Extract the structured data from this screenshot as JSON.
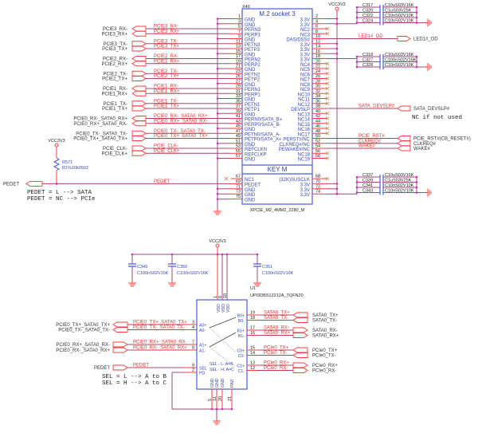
{
  "power": {
    "vcc": "VCC3V3"
  },
  "connector": {
    "refdes": "X40",
    "title": "M.2 socket 3",
    "key": "KEY M",
    "part": "XPCIE_M2_4MM2_2280_M",
    "left_pins": [
      {
        "num": "1",
        "name": "GND",
        "kind": "gnd"
      },
      {
        "num": "3",
        "name": "GND",
        "kind": "gnd"
      },
      {
        "num": "5",
        "name": "PERN3",
        "kind": "sig",
        "net": "PCIE3_RX-",
        "dir": "left"
      },
      {
        "num": "7",
        "name": "PERP3",
        "kind": "sig",
        "net": "PCIE3_RX+",
        "dir": "left"
      },
      {
        "num": "9",
        "name": "GND",
        "kind": "gnd"
      },
      {
        "num": "11",
        "name": "PETN3",
        "kind": "sig",
        "net": "PCIE3_TX-",
        "dir": "right"
      },
      {
        "num": "13",
        "name": "PETP3",
        "kind": "sig",
        "net": "PCIE3_TX+",
        "dir": "right"
      },
      {
        "num": "15",
        "name": "GND",
        "kind": "gnd"
      },
      {
        "num": "17",
        "name": "PERN2",
        "kind": "sig",
        "net": "PCIE2_RX-",
        "dir": "left"
      },
      {
        "num": "19",
        "name": "PERP2",
        "kind": "sig",
        "net": "PCIE2_RX+",
        "dir": "left"
      },
      {
        "num": "21",
        "name": "GND",
        "kind": "gnd"
      },
      {
        "num": "23",
        "name": "PETN2",
        "kind": "sig",
        "net": "PCIE2_TX-",
        "dir": "right"
      },
      {
        "num": "25",
        "name": "PETP2",
        "kind": "sig",
        "net": "PCIE2_TX+",
        "dir": "right"
      },
      {
        "num": "27",
        "name": "GND",
        "kind": "gnd"
      },
      {
        "num": "29",
        "name": "PERN1",
        "kind": "sig",
        "net": "PCIE1_RX-",
        "dir": "left"
      },
      {
        "num": "31",
        "name": "PERP1",
        "kind": "sig",
        "net": "PCIE1_RX+",
        "dir": "left"
      },
      {
        "num": "33",
        "name": "GND",
        "kind": "gnd"
      },
      {
        "num": "35",
        "name": "PETN1",
        "kind": "sig",
        "net": "PCIE1_TX-",
        "dir": "right"
      },
      {
        "num": "37",
        "name": "PETP1",
        "kind": "sig",
        "net": "PCIE1_TX+",
        "dir": "right"
      },
      {
        "num": "39",
        "name": "GND",
        "kind": "gnd"
      },
      {
        "num": "41",
        "name": "PERN0/SATA_B+",
        "kind": "sig",
        "net": "PCIE0_RX-_SATA0_RX+",
        "dir": "left"
      },
      {
        "num": "43",
        "name": "PERP0/SATA_B-",
        "kind": "sig",
        "net": "PCIE0_RX+_SATA0_RX-",
        "dir": "left"
      },
      {
        "num": "45",
        "name": "GND",
        "kind": "gnd"
      },
      {
        "num": "47",
        "name": "PETN0/SATA_A-",
        "kind": "sig",
        "net": "PCIE0_TX-_SATA0_TX-",
        "dir": "right"
      },
      {
        "num": "49",
        "name": "PETP0/SATA_A+",
        "kind": "sig",
        "net": "PCIE0_TX+_SATA0_TX+",
        "dir": "right"
      },
      {
        "num": "51",
        "name": "GND",
        "kind": "gnd"
      },
      {
        "num": "53",
        "name": "REFCLKN",
        "kind": "sig",
        "net": "PCIE_CLK-",
        "dir": "right"
      },
      {
        "num": "55",
        "name": "REFCLKP",
        "kind": "sig",
        "net": "PCIE_CLK+",
        "dir": "right"
      },
      {
        "num": "57",
        "name": "GND",
        "kind": "gnd"
      }
    ],
    "right_pins": [
      {
        "num": "2",
        "name": "3.3V",
        "kind": "pwr"
      },
      {
        "num": "4",
        "name": "3.3V",
        "kind": "pwr"
      },
      {
        "num": "6",
        "name": "NC2",
        "kind": "nc"
      },
      {
        "num": "8",
        "name": "NC3",
        "kind": "nc"
      },
      {
        "num": "10",
        "name": "DAS/DSS#",
        "kind": "sig",
        "net": "LED1#_OD",
        "offpage": "LED1#_OD",
        "dir": "right"
      },
      {
        "num": "12",
        "name": "3.3V",
        "kind": "pwr"
      },
      {
        "num": "14",
        "name": "3.3V",
        "kind": "pwr"
      },
      {
        "num": "16",
        "name": "3.3V",
        "kind": "pwr"
      },
      {
        "num": "18",
        "name": "3.3V",
        "kind": "pwr"
      },
      {
        "num": "20",
        "name": "NC4",
        "kind": "nc"
      },
      {
        "num": "22",
        "name": "NC5",
        "kind": "nc"
      },
      {
        "num": "24",
        "name": "NC6",
        "kind": "nc"
      },
      {
        "num": "26",
        "name": "NC7",
        "kind": "nc"
      },
      {
        "num": "28",
        "name": "NC8",
        "kind": "nc"
      },
      {
        "num": "30",
        "name": "NC9",
        "kind": "nc"
      },
      {
        "num": "32",
        "name": "NC10",
        "kind": "nc"
      },
      {
        "num": "34",
        "name": "NC11",
        "kind": "nc"
      },
      {
        "num": "36",
        "name": "NC12",
        "kind": "nc"
      },
      {
        "num": "38",
        "name": "DEVSLP",
        "kind": "sig",
        "net": "SATA_DEVSLP#",
        "offpage": "SATA_DEVSLP#",
        "dir": "left"
      },
      {
        "num": "40",
        "name": "NC13",
        "kind": "nc"
      },
      {
        "num": "42",
        "name": "NC14",
        "kind": "nc"
      },
      {
        "num": "44",
        "name": "NC15",
        "kind": "nc"
      },
      {
        "num": "46",
        "name": "NC16",
        "kind": "nc"
      },
      {
        "num": "48",
        "name": "NC17",
        "kind": "nc"
      },
      {
        "num": "50",
        "name": "PERST#/NC",
        "kind": "sig",
        "net": "PCIE_RST#",
        "offpage": "PCIE_RST#(CB_RESET#)",
        "dir": "left"
      },
      {
        "num": "52",
        "name": "CLKREQ#/NC",
        "kind": "sig",
        "net": "CLKREQ#",
        "offpage": "CLKREQ#",
        "dir": "left"
      },
      {
        "num": "54",
        "name": "PEWAKE#/NC",
        "kind": "sig",
        "net": "WAKE#",
        "offpage": "WAKE#",
        "dir": "left"
      },
      {
        "num": "56",
        "name": "NC18",
        "kind": "nc"
      },
      {
        "num": "58",
        "name": "NC19",
        "kind": "nc"
      }
    ],
    "lower_left_pins": [
      {
        "num": "67",
        "name": "NC1",
        "kind": "nc"
      },
      {
        "num": "69",
        "name": "PEDET",
        "kind": "sig",
        "net": "PEDET"
      },
      {
        "num": "71",
        "name": "GND",
        "kind": "gnd"
      },
      {
        "num": "73",
        "name": "GND",
        "kind": "gnd"
      },
      {
        "num": "75",
        "name": "GND",
        "kind": "gnd"
      }
    ],
    "lower_right_pins": [
      {
        "num": "68",
        "name": "(32K)SUSCLK",
        "kind": "nc"
      },
      {
        "num": "70",
        "name": "3.3V",
        "kind": "pwr"
      },
      {
        "num": "72",
        "name": "3.3V",
        "kind": "pwr"
      },
      {
        "num": "74",
        "name": "3.3V",
        "kind": "pwr"
      }
    ],
    "nc_note": "NC if not used"
  },
  "cap_groups": [
    {
      "caps": [
        {
          "ref": "C317",
          "value": "C10uS03V16K"
        },
        {
          "ref": "C320",
          "value": "C1uS03V25K"
        },
        {
          "ref": "C322",
          "value": "C10nS02V10K"
        },
        {
          "ref": "C324",
          "value": "C10nS02V10K"
        }
      ]
    },
    {
      "caps": [
        {
          "ref": "C318",
          "value": "C10uS03V16K"
        },
        {
          "ref": "C327",
          "value": "C100nS02V16K"
        },
        {
          "ref": "C328",
          "value": "C10nS02V10K"
        }
      ]
    },
    {
      "caps": [
        {
          "ref": "C337",
          "value": "C10uS03V16K"
        },
        {
          "ref": "C339",
          "value": "C1uS03V25K"
        },
        {
          "ref": "C341",
          "value": "C10nS02V10K"
        },
        {
          "ref": "C343",
          "value": "C10nS02V10K"
        }
      ]
    }
  ],
  "pedet": {
    "net": "PEDET",
    "offpage": "PEDET",
    "resistor_ref": "R571",
    "resistor_value": "R1%10k0502",
    "notes": [
      "PEDET = L --> SATA",
      "PEDET = NC --> PCIe"
    ]
  },
  "switch": {
    "refdes": "U1",
    "part": "UPI3DBS12212A_TQFN20",
    "vdd_label": "VDD",
    "vdd_pins": [
      "1",
      "6",
      "10"
    ],
    "caps": [
      {
        "ref": "C349",
        "value": "C100nS02V16K"
      },
      {
        "ref": "C350",
        "value": "C100nS02V16K"
      },
      {
        "ref": "C351",
        "value": "C100nS02V16K"
      }
    ],
    "left_pins": [
      {
        "num": "3",
        "name": "A0+",
        "net": "PCIE0_TX+_SATA0_TX+",
        "dir": "left"
      },
      {
        "num": "4",
        "name": "A0-",
        "net": "PCIE0_TX-_SATA0_TX-",
        "dir": "left"
      },
      {
        "num": "7",
        "name": "A1+",
        "net": "PCIE0_RX+_SATA0_RX-",
        "dir": "right"
      },
      {
        "num": "8",
        "name": "A1-",
        "net": "PCIE0_RX-_SATA0_RX+",
        "dir": "right"
      },
      {
        "num": "9",
        "name": "SEL",
        "net": "PEDET",
        "dir": "right"
      },
      {
        "num": "2",
        "name": "PD"
      }
    ],
    "right_pins": [
      {
        "num": "19",
        "name": "B0+",
        "net": "SATA0_TX+",
        "dir": "left"
      },
      {
        "num": "18",
        "name": "B0-",
        "net": "SATA0_TX-",
        "dir": "left"
      },
      {
        "num": "17",
        "name": "B1+",
        "net": "SATA0_RX-",
        "dir": "right"
      },
      {
        "num": "16",
        "name": "B1-",
        "net": "SATA0_RX+",
        "dir": "right"
      },
      {
        "num": "15",
        "name": "C0+",
        "net": "PCIe0_TX+",
        "dir": "left"
      },
      {
        "num": "14",
        "name": "C0-",
        "net": "PCIe0_TX-",
        "dir": "left"
      },
      {
        "num": "13",
        "name": "C1+",
        "net": "PCIe0_RX+",
        "dir": "right"
      },
      {
        "num": "12",
        "name": "C1-",
        "net": "PCIe0_RX-",
        "dir": "right"
      }
    ],
    "bottom_pins": [
      {
        "num": "5",
        "name": "GND"
      },
      {
        "num": "11",
        "name": "GND"
      },
      {
        "num": "20",
        "name": "GND"
      },
      {
        "num": "21",
        "name": "PAD"
      }
    ],
    "sel_inside": [
      "SEL - L: A=B",
      "SEL - H: A=C"
    ],
    "notes": [
      "SEL = L --> A to B",
      "SEL = H --> A to C"
    ]
  }
}
